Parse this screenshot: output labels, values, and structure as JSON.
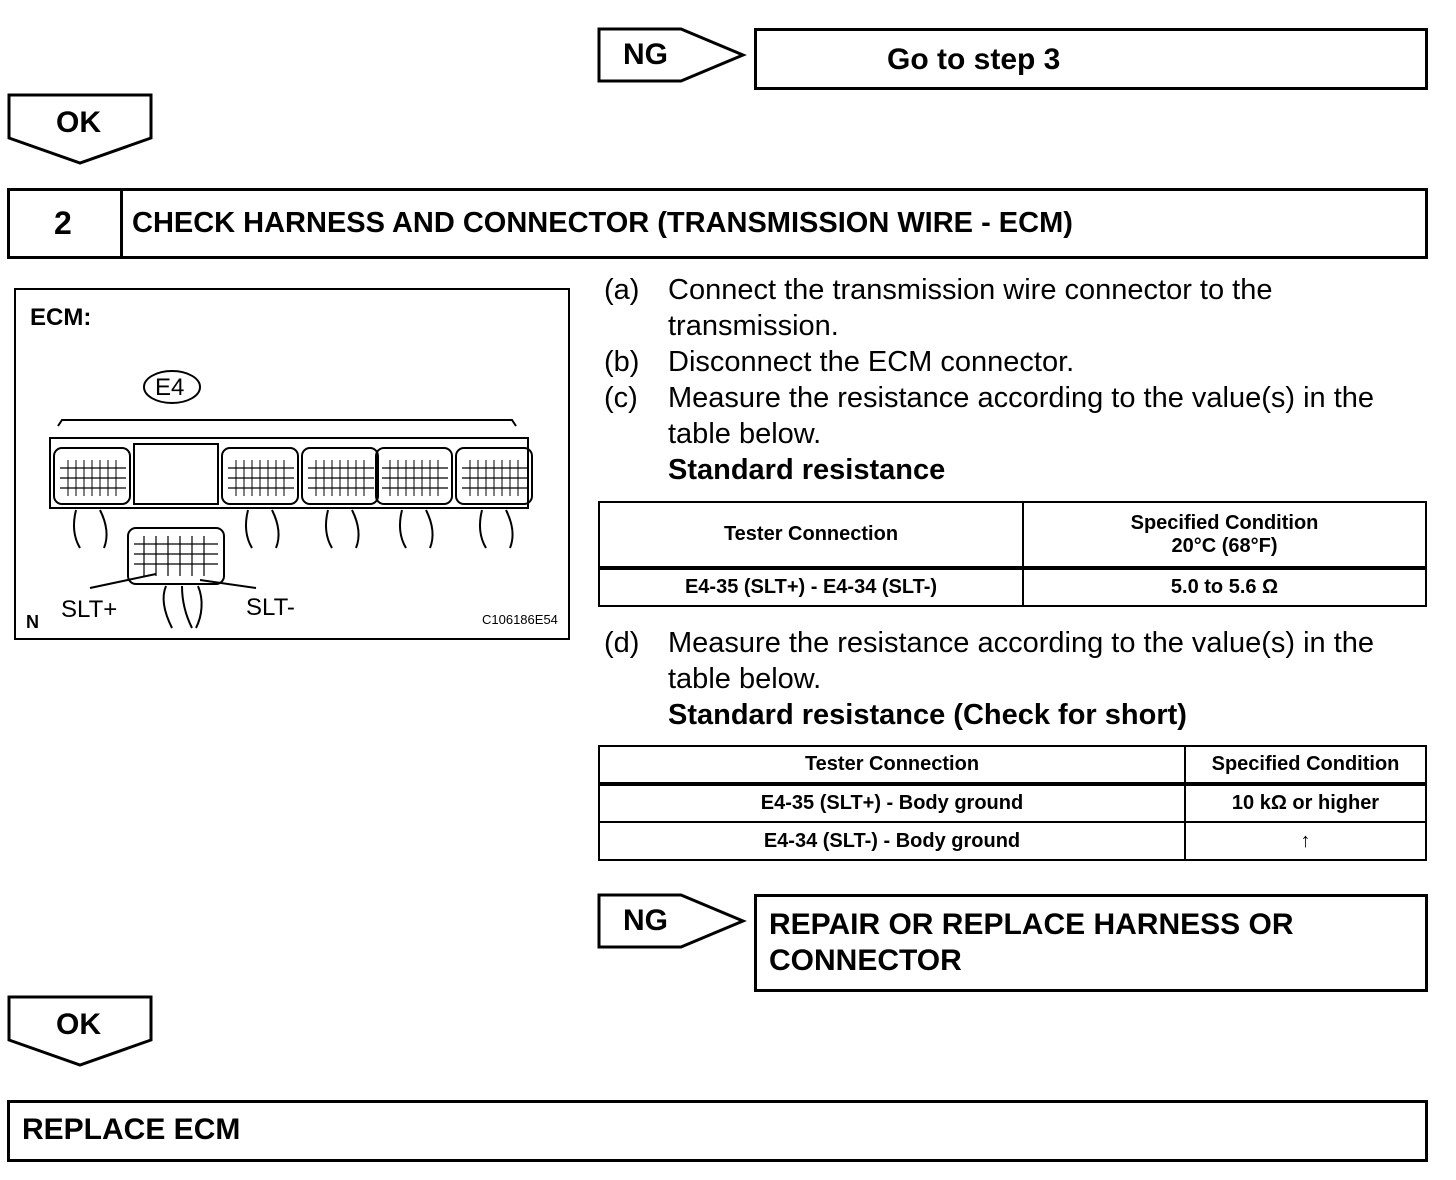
{
  "top_ng": {
    "ng_label": "NG",
    "target": "Go to step 3"
  },
  "ok1": {
    "label": "OK"
  },
  "step2": {
    "number": "2",
    "title": "CHECK HARNESS AND CONNECTOR (TRANSMISSION WIRE - ECM)"
  },
  "figure": {
    "ecm_label": "ECM:",
    "connector_id": "E4",
    "slt_plus": "SLT+",
    "slt_minus": "SLT-",
    "corner_mark": "N",
    "figure_code": "C106186E54"
  },
  "instructions": {
    "a_label": "(a)",
    "a_text": "Connect the transmission wire connector to the transmission.",
    "b_label": "(b)",
    "b_text": "Disconnect the ECM connector.",
    "c_label": "(c)",
    "c_text": "Measure the resistance according to the value(s) in the table below.",
    "c_heading": "Standard resistance",
    "d_label": "(d)",
    "d_text": "Measure the resistance according to the value(s) in the table below.",
    "d_heading": "Standard resistance (Check for short)"
  },
  "table1": {
    "col1": "Tester Connection",
    "col2_line1": "Specified Condition",
    "col2_line2": "20°C (68°F)",
    "rows": [
      {
        "connection": "E4-35 (SLT+) - E4-34 (SLT-)",
        "condition": "5.0 to 5.6 Ω"
      }
    ]
  },
  "table2": {
    "col1": "Tester Connection",
    "col2": "Specified Condition",
    "rows": [
      {
        "connection": "E4-35 (SLT+) - Body ground",
        "condition": "10 kΩ or higher"
      },
      {
        "connection": "E4-34 (SLT-) - Body ground",
        "condition": "↑"
      }
    ]
  },
  "bottom_ng": {
    "ng_label": "NG",
    "target": "REPAIR OR REPLACE HARNESS OR CONNECTOR"
  },
  "ok2": {
    "label": "OK"
  },
  "final": {
    "text": "REPLACE ECM"
  }
}
